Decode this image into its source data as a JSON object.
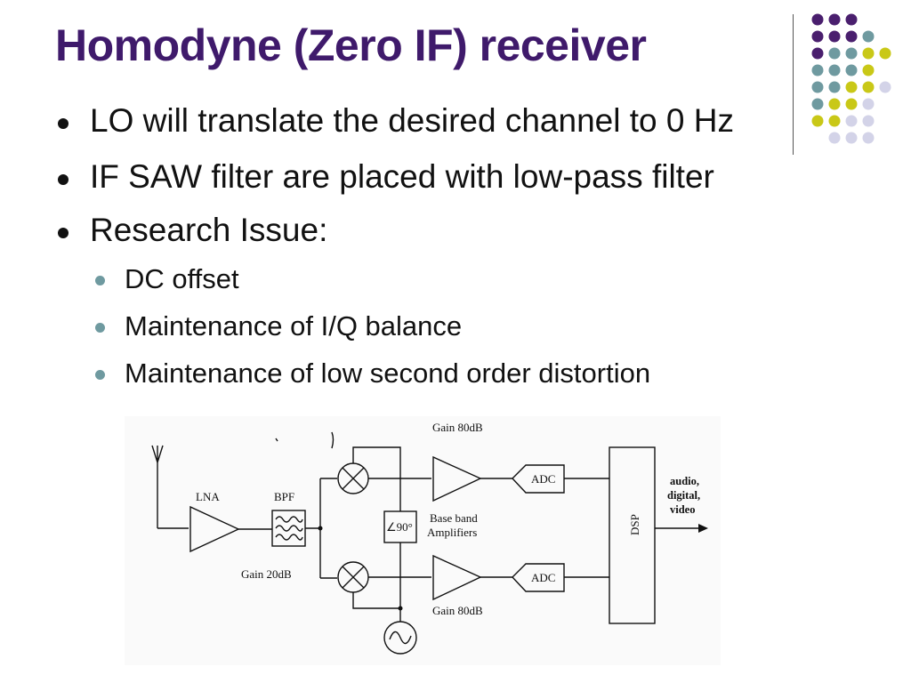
{
  "slide": {
    "title": "Homodyne (Zero IF) receiver",
    "bullets": [
      "LO will translate the desired channel to 0 Hz",
      "IF SAW filter are placed with low-pass filter",
      "Research Issue:"
    ],
    "sub_bullets": [
      "DC offset",
      "Maintenance of I/Q balance",
      "Maintenance of low second order distortion"
    ]
  },
  "diagram": {
    "lna_label": "LNA",
    "bpf_label": "BPF",
    "gain_lna": "Gain  20dB",
    "gain_top": "Gain  80dB",
    "gain_bottom": "Gain  80dB",
    "phase_label": "∠90°",
    "baseband_line1": "Base band",
    "baseband_line2": "Amplifiers",
    "adc_top": "ADC",
    "adc_bottom": "ADC",
    "dsp_label": "DSP",
    "output_line1": "audio,",
    "output_line2": "digital,",
    "output_line3": "video"
  },
  "colors": {
    "title": "#3f1a6b",
    "dot_purple": "#4a1f6e",
    "dot_teal": "#6f9aa0",
    "dot_yellow": "#c9c817",
    "dot_lavender": "#d3d3e8"
  }
}
